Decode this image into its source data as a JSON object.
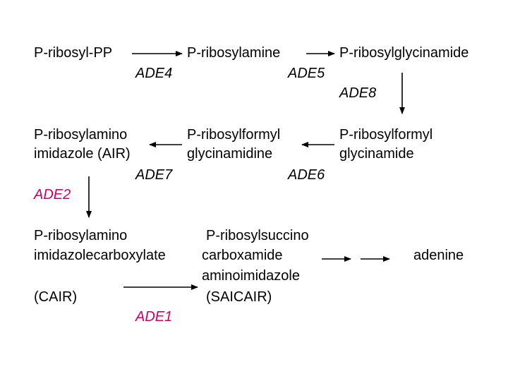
{
  "colors": {
    "text": "#000000",
    "highlight_enzyme": "#cc0066",
    "background": "#ffffff"
  },
  "compounds": {
    "p_ribosyl_pp": "P-ribosyl-PP",
    "p_ribosylamine": "P-ribosylamine",
    "p_ribosylglycinamide": "P-ribosylglycinamide",
    "p_ribosylamino_imidazole": [
      "P-ribosylamino",
      "imidazole (AIR)"
    ],
    "p_ribosylformyl_glycinamidine": [
      "P-ribosylformyl",
      "glycinamidine"
    ],
    "p_ribosylformyl_glycinamide": [
      "P-ribosylformyl",
      "glycinamide"
    ],
    "p_ribosylamino_imidazolecarboxylate": [
      "P-ribosylamino",
      "imidazolecarboxylate",
      "(CAIR)"
    ],
    "p_ribosylsuccino_carboxamide_aminoimidazole": [
      "P-ribosylsuccino",
      "carboxamide",
      "aminoimidazole",
      "(SAICAIR)"
    ],
    "adenine": "adenine"
  },
  "enzymes": {
    "ade4": "ADE4",
    "ade5": "ADE5",
    "ade8": "ADE8",
    "ade7": "ADE7",
    "ade6": "ADE6",
    "ade2": "ADE2",
    "ade1": "ADE1"
  }
}
